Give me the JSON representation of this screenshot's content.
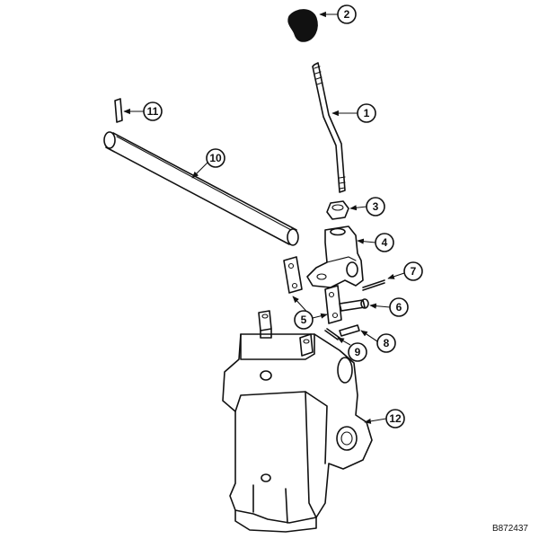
{
  "callouts": [
    {
      "id": "1",
      "label": "1"
    },
    {
      "id": "2",
      "label": "2"
    },
    {
      "id": "3",
      "label": "3"
    },
    {
      "id": "4",
      "label": "4"
    },
    {
      "id": "5",
      "label": "5"
    },
    {
      "id": "6",
      "label": "6"
    },
    {
      "id": "7",
      "label": "7"
    },
    {
      "id": "8",
      "label": "8"
    },
    {
      "id": "9",
      "label": "9"
    },
    {
      "id": "10",
      "label": "10"
    },
    {
      "id": "11",
      "label": "11"
    },
    {
      "id": "12",
      "label": "12"
    }
  ],
  "reference_code": "B872437",
  "colors": {
    "ink": "#111111",
    "background": "#ffffff"
  }
}
